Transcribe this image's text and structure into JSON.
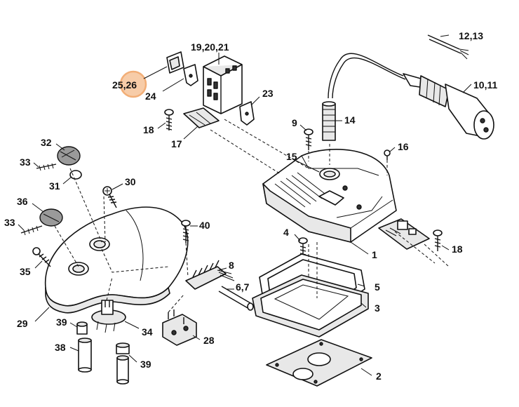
{
  "highlight_color": "#f0a060",
  "labels": {
    "l12_13": "12,13",
    "l10_11": "10,11",
    "l19_20_21": "19,20,21",
    "l25_26": "25,26",
    "l24": "24",
    "l23": "23",
    "l18a": "18",
    "l17": "17",
    "l9": "9",
    "l14": "14",
    "l16": "16",
    "l15": "15",
    "l32": "32",
    "l33a": "33",
    "l31": "31",
    "l30": "30",
    "l36": "36",
    "l33b": "33",
    "l40": "40",
    "l35": "35",
    "l4": "4",
    "l1": "1",
    "l18b": "18",
    "l8": "8",
    "l6_7": "6,7",
    "l5": "5",
    "l3": "3",
    "l29": "29",
    "l39a": "39",
    "l34": "34",
    "l28": "28",
    "l38": "38",
    "l39b": "39",
    "l2": "2"
  }
}
